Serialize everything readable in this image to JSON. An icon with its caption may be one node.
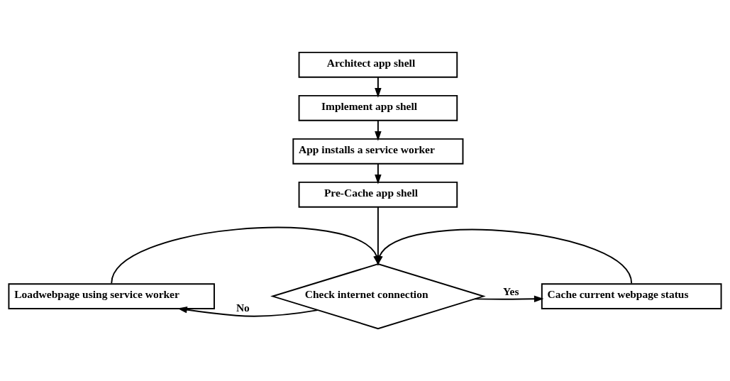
{
  "diagram": {
    "nodes": [
      {
        "text": [
          "Architect app shell"
        ]
      },
      {
        "text": [
          "Implement app shell"
        ]
      },
      {
        "text": [
          "App installs a service worker"
        ]
      },
      {
        "text": [
          "Pre-Cache app shell"
        ]
      },
      {
        "text": [
          "Check internet connection"
        ]
      },
      {
        "text": [
          "Loadwebpage using service worker"
        ]
      },
      {
        "text": [
          "Cache current webpage status"
        ]
      }
    ],
    "edges": [
      {
        "from": 0,
        "to": 1,
        "arrow": "to"
      },
      {
        "from": 1,
        "to": 2,
        "arrow": "to"
      },
      {
        "from": 2,
        "to": 3,
        "arrow": "to"
      },
      {
        "from": 3,
        "to": 4,
        "arrow": "to"
      },
      {
        "from": 4,
        "to": 5,
        "arrow": "to",
        "label": "No"
      },
      {
        "from": 4,
        "to": 6,
        "arrow": "to",
        "label": "Yes"
      },
      {
        "from": 5,
        "to": 4,
        "arrow": "to"
      },
      {
        "from": 6,
        "to": 4,
        "arrow": "to"
      }
    ]
  }
}
